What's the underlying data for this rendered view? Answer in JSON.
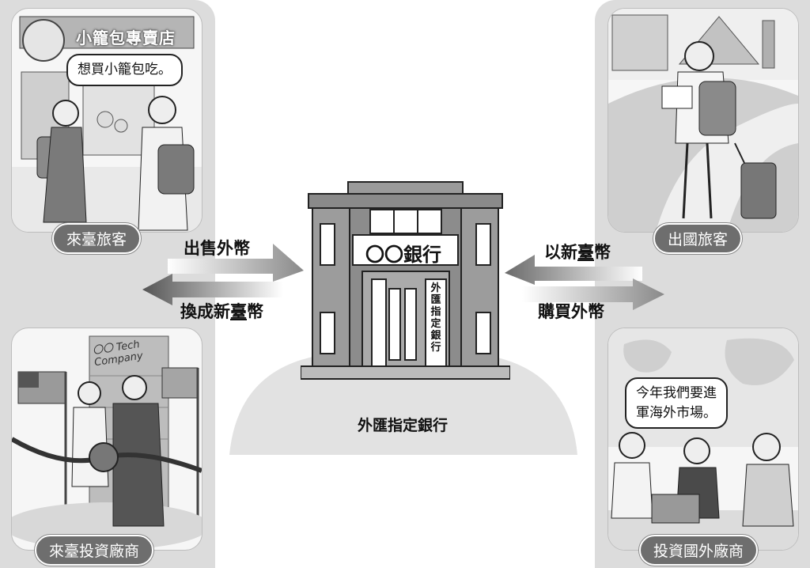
{
  "center": {
    "bank_name": "〇〇銀行",
    "vertical_sign": [
      "外",
      "匯",
      "指",
      "定",
      "銀",
      "行"
    ],
    "caption": "外匯指定銀行"
  },
  "left_flow": {
    "top_label": "出售外幣",
    "bottom_label_parts": [
      "換成新",
      "臺",
      "幣"
    ]
  },
  "right_flow": {
    "top_label_parts": [
      "以新",
      "臺",
      "幣"
    ],
    "bottom_label": "購買外幣"
  },
  "panels": {
    "top_left": {
      "label": "來臺旅客",
      "shop_sign": "小籠包專賣店",
      "speech": "想買小籠包吃。"
    },
    "bottom_left": {
      "label": "來臺投資廠商",
      "company_sign": [
        "〇〇 Tech",
        "Company"
      ]
    },
    "top_right": {
      "label": "出國旅客"
    },
    "bottom_right": {
      "label": "投資國外廠商",
      "speech_lines": [
        "今年我們要進",
        "軍海外市場。"
      ]
    }
  }
}
